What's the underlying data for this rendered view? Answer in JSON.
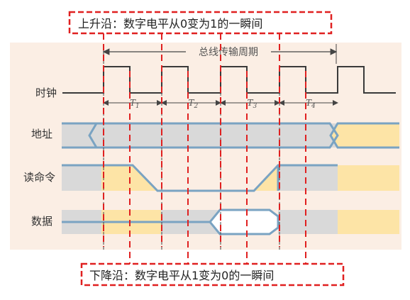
{
  "callouts": {
    "rising_edge": "上升沿：数字电平从0变为1的一瞬间",
    "falling_edge": "下降沿：数字电平从1变为0的一瞬间"
  },
  "bus_cycle_label": "总线传输周期",
  "signals": {
    "clock": "时钟",
    "address": "地址",
    "read_command": "读命令",
    "data": "数据"
  },
  "periods": [
    {
      "letter": "T",
      "sub": "1"
    },
    {
      "letter": "T",
      "sub": "2"
    },
    {
      "letter": "T",
      "sub": "3"
    },
    {
      "letter": "T",
      "sub": "4"
    }
  ],
  "colors": {
    "panel_bg": "#fbeee4",
    "bus_fill_gray": "#d9d9d9",
    "bus_fill_yellow": "#fde4a6",
    "bus_line": "#7aa3c2",
    "clock_line": "#3a3a3a",
    "edge_markers": "#e02020",
    "label_text": "#333333"
  }
}
